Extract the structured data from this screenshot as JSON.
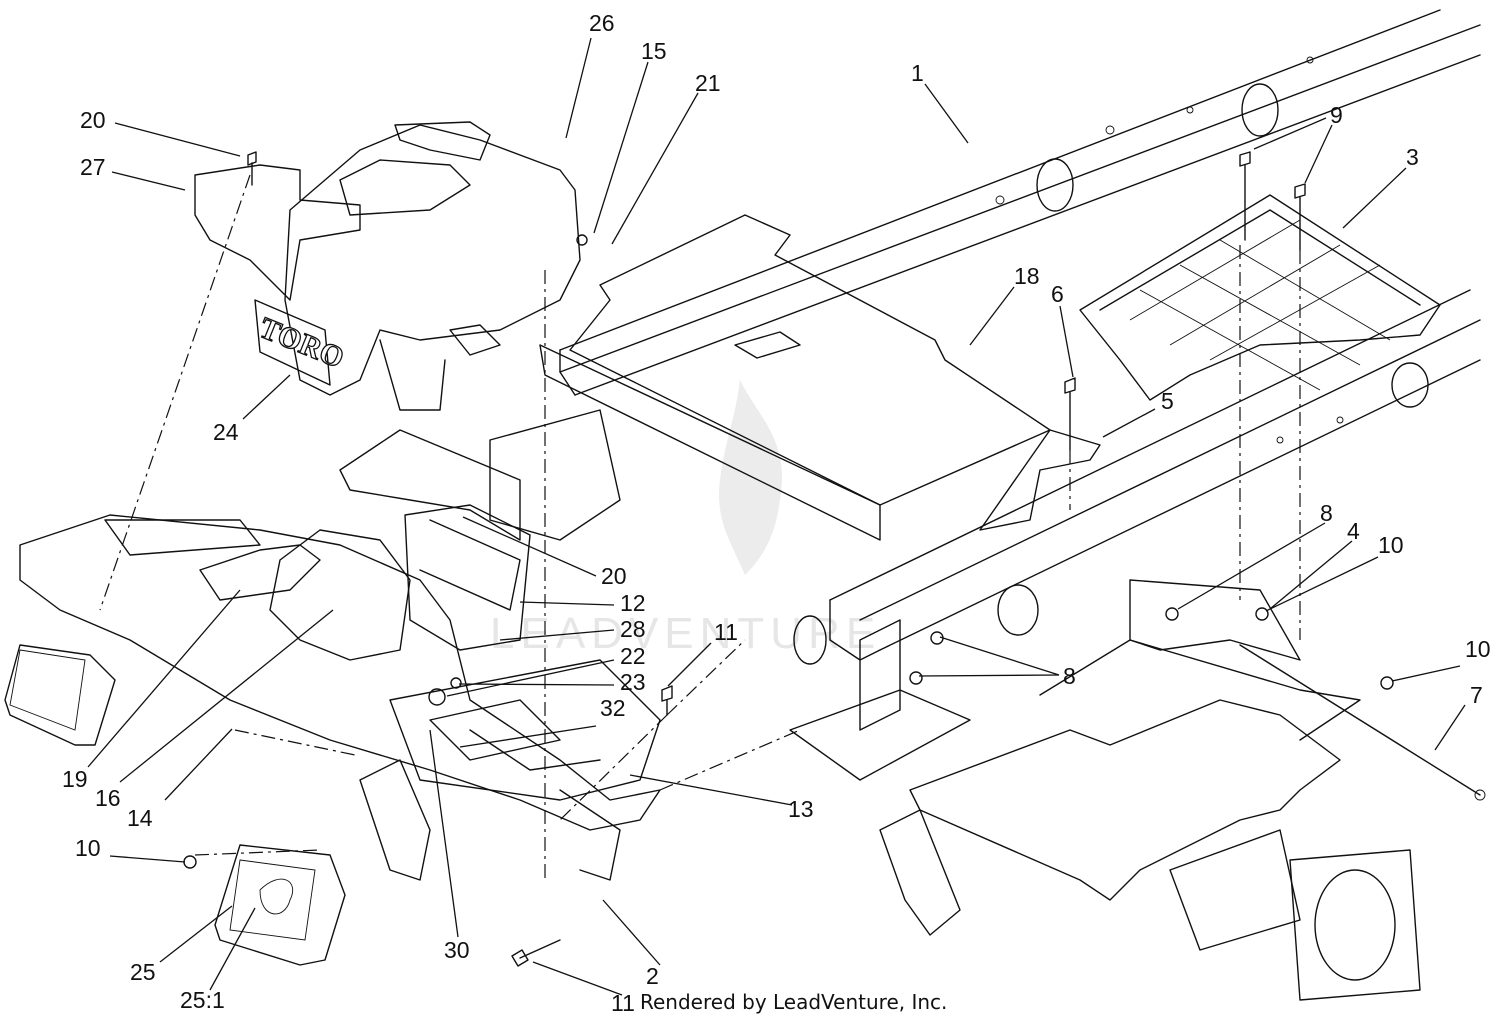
{
  "diagram": {
    "callouts": [
      {
        "id": "c-26",
        "label": "26"
      },
      {
        "id": "c-15",
        "label": "15"
      },
      {
        "id": "c-21",
        "label": "21"
      },
      {
        "id": "c-1",
        "label": "1"
      },
      {
        "id": "c-9",
        "label": "9"
      },
      {
        "id": "c-3",
        "label": "3"
      },
      {
        "id": "c-20a",
        "label": "20"
      },
      {
        "id": "c-27",
        "label": "27"
      },
      {
        "id": "c-18",
        "label": "18"
      },
      {
        "id": "c-6",
        "label": "6"
      },
      {
        "id": "c-5",
        "label": "5"
      },
      {
        "id": "c-24",
        "label": "24"
      },
      {
        "id": "c-8a",
        "label": "8"
      },
      {
        "id": "c-4",
        "label": "4"
      },
      {
        "id": "c-10a",
        "label": "10"
      },
      {
        "id": "c-20b",
        "label": "20"
      },
      {
        "id": "c-12",
        "label": "12"
      },
      {
        "id": "c-28",
        "label": "28"
      },
      {
        "id": "c-11a",
        "label": "11"
      },
      {
        "id": "c-22",
        "label": "22"
      },
      {
        "id": "c-23",
        "label": "23"
      },
      {
        "id": "c-8b",
        "label": "8"
      },
      {
        "id": "c-10b",
        "label": "10"
      },
      {
        "id": "c-7",
        "label": "7"
      },
      {
        "id": "c-32",
        "label": "32"
      },
      {
        "id": "c-19",
        "label": "19"
      },
      {
        "id": "c-16",
        "label": "16"
      },
      {
        "id": "c-14",
        "label": "14"
      },
      {
        "id": "c-13",
        "label": "13"
      },
      {
        "id": "c-10c",
        "label": "10"
      },
      {
        "id": "c-30",
        "label": "30"
      },
      {
        "id": "c-25",
        "label": "25"
      },
      {
        "id": "c-2",
        "label": "2"
      },
      {
        "id": "c-25-1",
        "label": "25:1"
      },
      {
        "id": "c-11b",
        "label": "11"
      }
    ],
    "logo_text": "TORO",
    "watermark": "LEADVENTURE",
    "credit": "Rendered by LeadVenture, Inc."
  }
}
